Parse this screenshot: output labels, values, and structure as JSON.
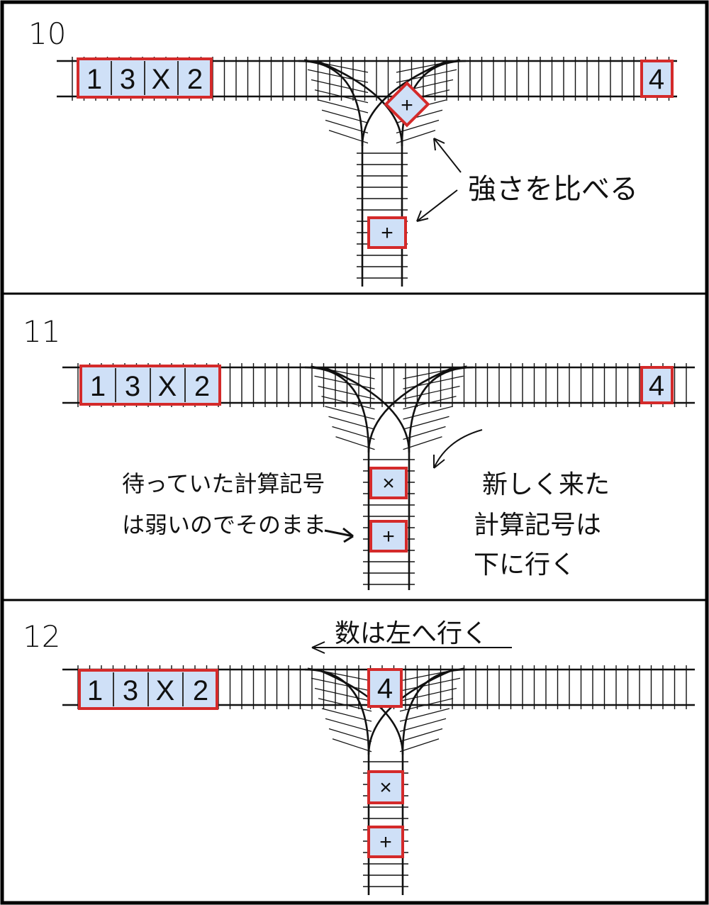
{
  "panels": [
    {
      "number": "10",
      "left_cars": [
        "1",
        "3",
        "X",
        "2"
      ],
      "right_car": "4",
      "junction_car": "+",
      "junction_style": "diamond",
      "stem_cars": [
        "+"
      ],
      "annotations": {
        "compare": "強さを比べる"
      }
    },
    {
      "number": "11",
      "left_cars": [
        "1",
        "3",
        "X",
        "2"
      ],
      "right_car": "4",
      "junction_car": "",
      "junction_style": "none",
      "stem_cars": [
        "×",
        "+"
      ],
      "annotations": {
        "waiting_line1": "待っていた計算記号",
        "waiting_line2": "は弱いのでそのまま",
        "new_line1": "新しく来た",
        "new_line2": "計算記号は",
        "new_line3": "下に行く"
      }
    },
    {
      "number": "12",
      "left_cars": [
        "1",
        "3",
        "X",
        "2"
      ],
      "right_car": "",
      "junction_car": "4",
      "junction_style": "box",
      "stem_cars": [
        "×",
        "+"
      ],
      "annotations": {
        "numbers_left": "数は左へ行く"
      }
    }
  ],
  "colors": {
    "car_fill": "#cfe0f7",
    "car_border": "#d42a2a",
    "track": "#111111",
    "frame": "#000000"
  }
}
